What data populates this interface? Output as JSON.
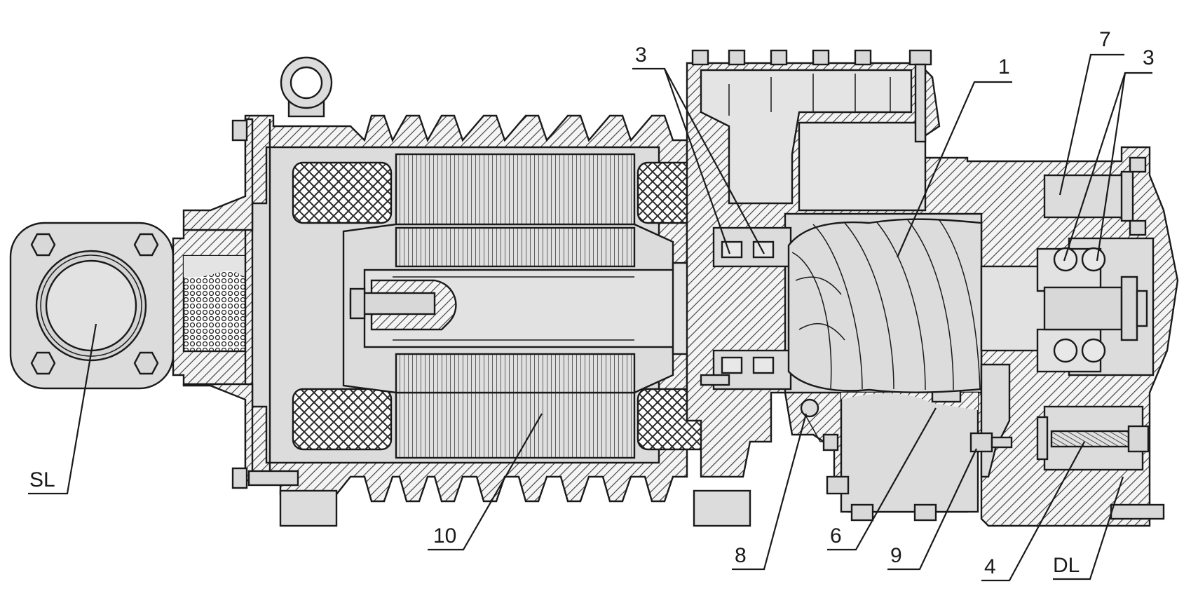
{
  "colors": {
    "background": "#ffffff",
    "ink": "#1a1a1a",
    "fill": "#dcdcdc",
    "light": "#e8e8e8",
    "hatch": "#4a4a4a"
  },
  "labels": {
    "sl": "SL",
    "l10": "10",
    "l8": "8",
    "l6": "6",
    "l9": "9",
    "l4": "4",
    "dl": "DL",
    "l1": "1",
    "l7": "7",
    "l3_left": "3",
    "l3_right": "3"
  }
}
